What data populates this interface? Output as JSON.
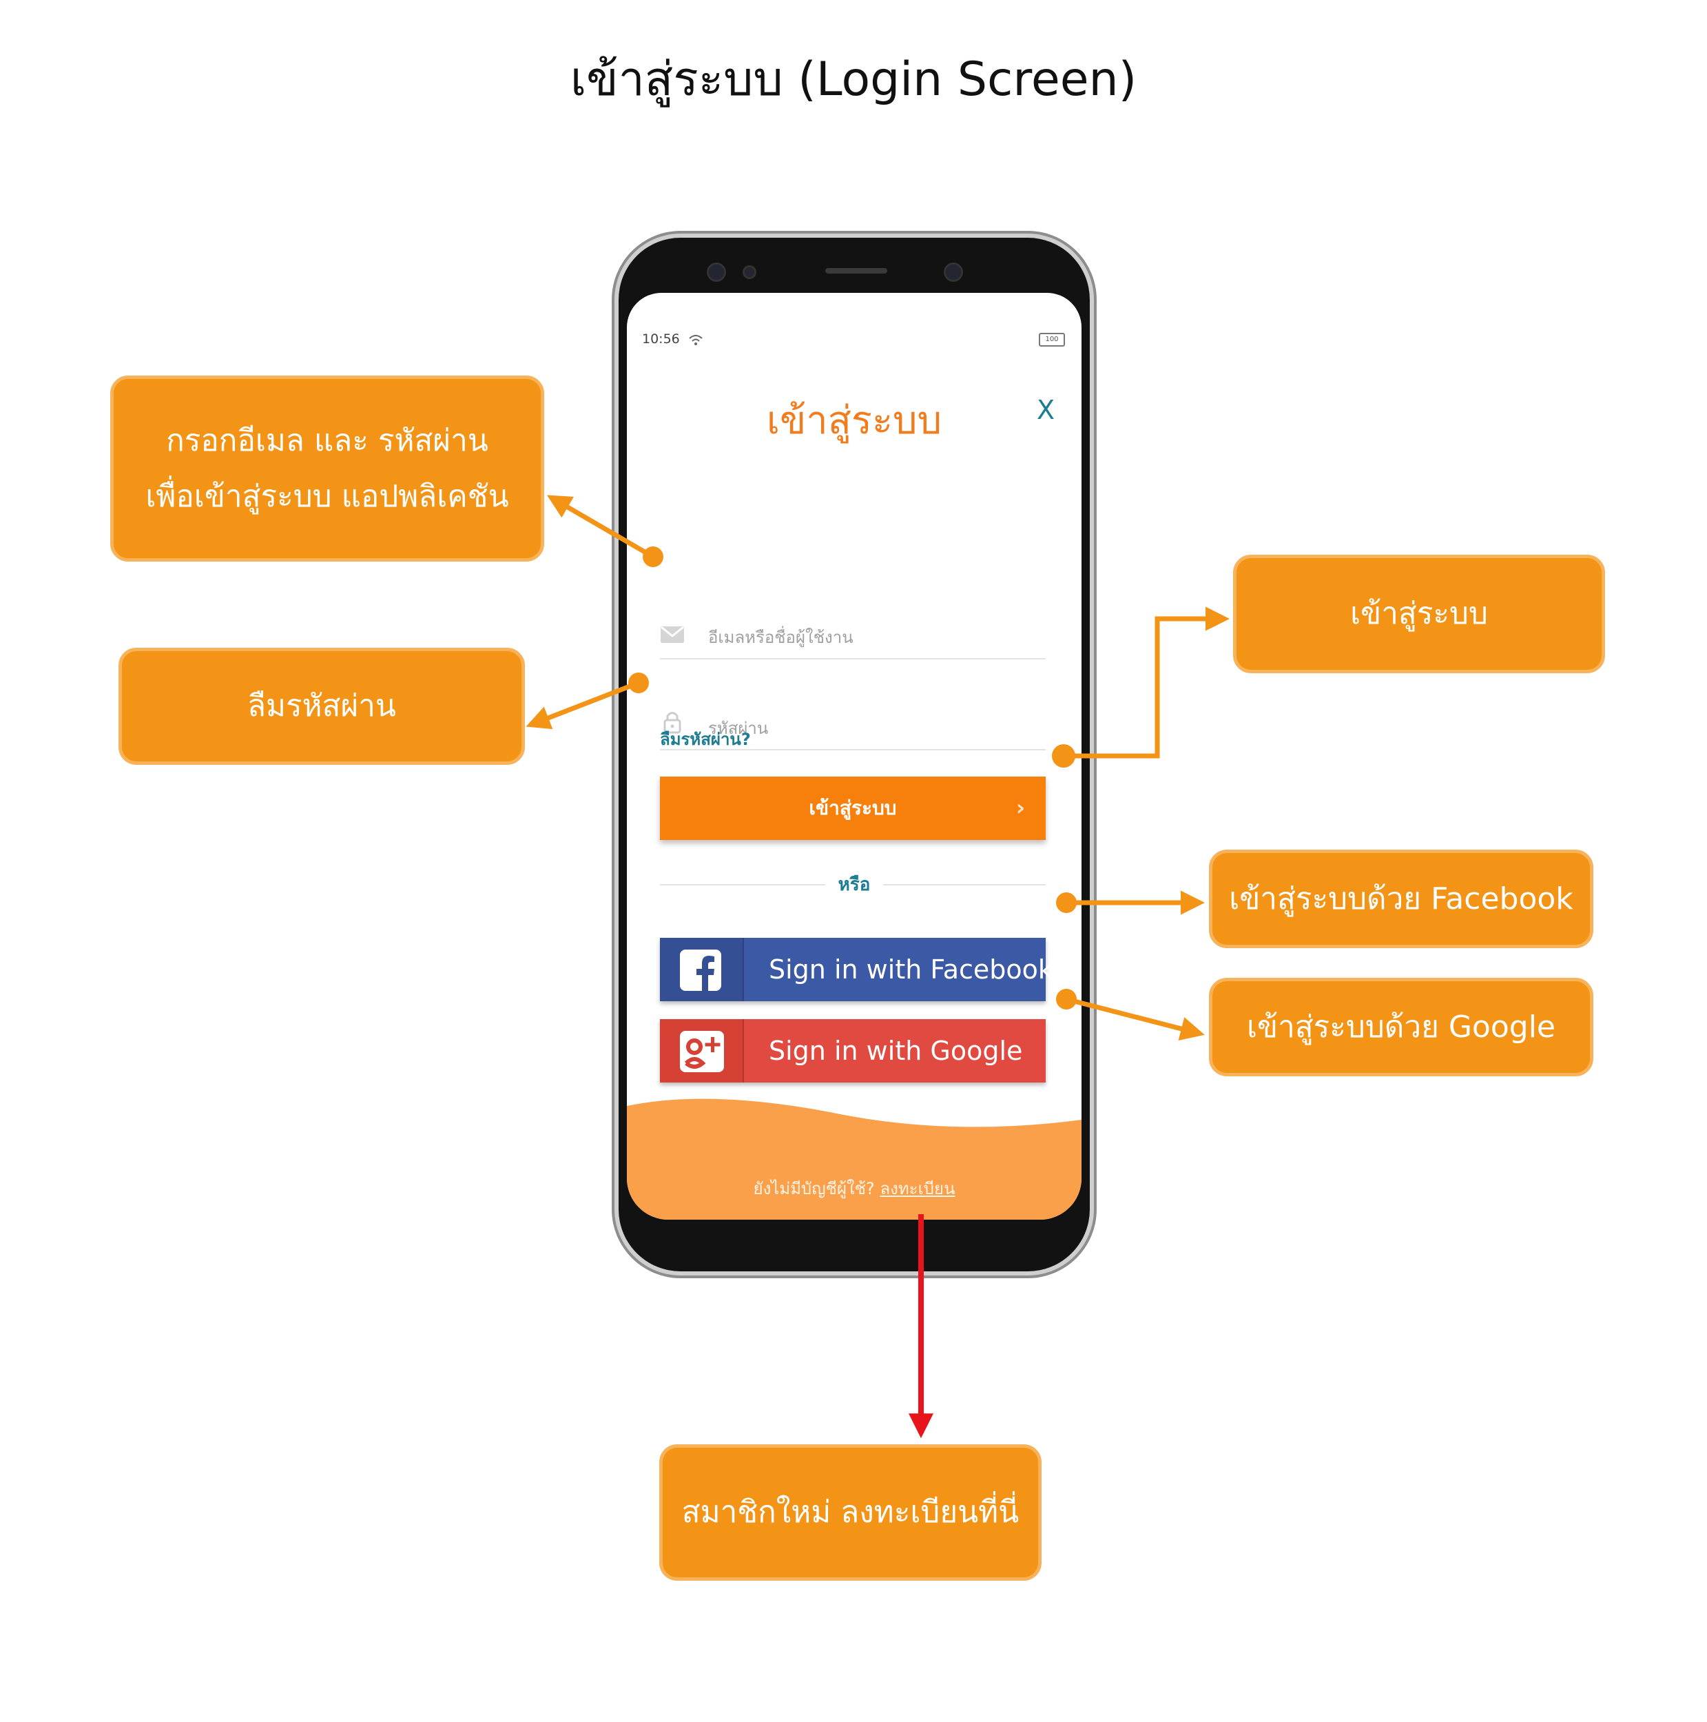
{
  "title": "เข้าสู่ระบบ  (Login Screen)",
  "callouts": {
    "credentials_line1": "กรอกอีเมล และ รหัสผ่าน",
    "credentials_line2": "เพื่อเข้าสู่ระบบ แอปพลิเคชัน",
    "forgot": "ลืมรหัสผ่าน",
    "login": "เข้าสู่ระบบ",
    "facebook": "เข้าสู่ระบบด้วย Facebook",
    "google": "เข้าสู่ระบบด้วย Google",
    "register": "สมาชิกใหม่ ลงทะเบียนที่นี่"
  },
  "phone": {
    "status_time": "10:56",
    "battery": "100",
    "screen_title": "เข้าสู่ระบบ",
    "close_label": "X",
    "email_placeholder": "อีเมลหรือชื่อผู้ใช้งาน",
    "password_placeholder": "รหัสผ่าน",
    "forgot_link": "ลืมรหัสผ่าน?",
    "login_button": "เข้าสู่ระบบ",
    "or_text": "หรือ",
    "facebook_button": "Sign in with Facebook",
    "google_button": "Sign in with Google",
    "register_prompt": "ยังไม่มีบัญชีผู้ใช้?",
    "register_link": "ลงทะเบียน"
  },
  "colors": {
    "callout": "#f39416",
    "arrow_orange": "#f39416",
    "arrow_red": "#e8141b",
    "brand_orange": "#f7800c",
    "teal": "#1c7c92",
    "facebook": "#3b59a4",
    "google": "#e04a40"
  },
  "icons": [
    "mail-icon",
    "lock-icon",
    "facebook-icon",
    "google-plus-icon",
    "close-icon",
    "chevron-right-icon",
    "wifi-icon"
  ]
}
